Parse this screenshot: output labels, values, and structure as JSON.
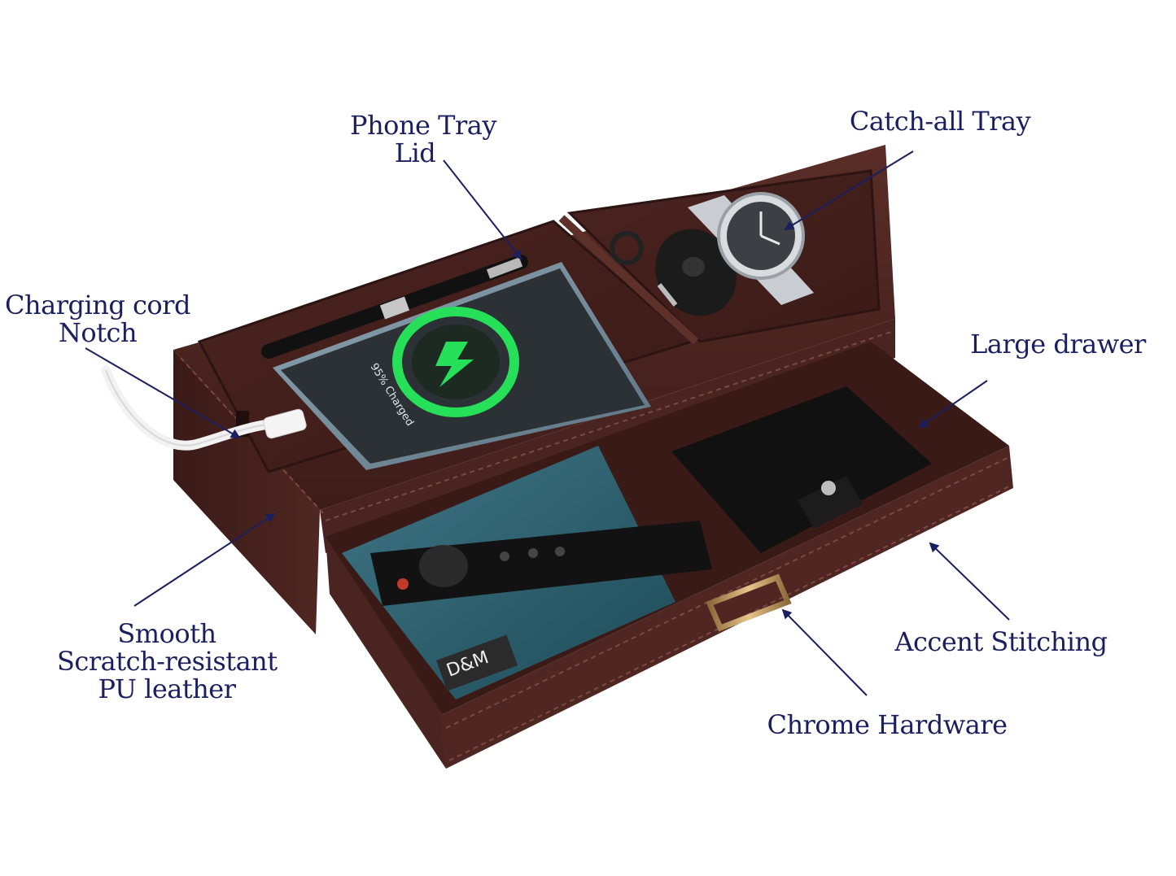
{
  "colors": {
    "label": "#1b1f5e",
    "leather": "#4a2420",
    "leather_light": "#5e302a",
    "stitch": "#7a4a40",
    "charging_ring": "#26e05a",
    "hardware": "#c9a06a"
  },
  "callouts": {
    "phone_tray_lid": {
      "line1": "Phone Tray",
      "line2": "Lid"
    },
    "catch_all_tray": {
      "line1": "Catch-all Tray"
    },
    "charging_cord_notch": {
      "line1": "Charging cord",
      "line2": "Notch"
    },
    "large_drawer": {
      "line1": "Large drawer"
    },
    "pu_leather": {
      "line1": "Smooth",
      "line2": "Scratch-resistant",
      "line3": "PU leather"
    },
    "accent_stitching": {
      "line1": "Accent Stitching"
    },
    "chrome_hardware": {
      "line1": "Chrome Hardware"
    }
  },
  "phone_screen": {
    "status": "95% Charged"
  },
  "magazine": {
    "brand": "D&M"
  },
  "icons": {
    "charging": "lightning-bolt-icon",
    "arrow": "arrowhead-icon"
  }
}
